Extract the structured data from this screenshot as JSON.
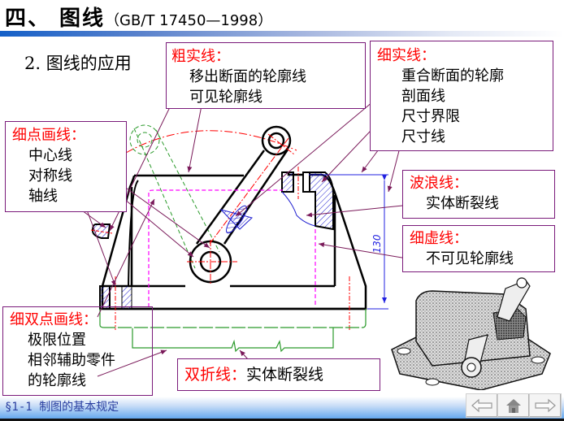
{
  "header": {
    "title": "四、 图线",
    "standard": "（GB/T 17450—1998）",
    "subtitle": "2. 图线的应用"
  },
  "callouts": {
    "thick_solid": {
      "head": "粗实线：",
      "items": [
        "移出断面的轮廓线",
        "可见轮廓线"
      ]
    },
    "thin_solid": {
      "head": "细实线：",
      "items": [
        "重合断面的轮廓",
        "剖面线",
        "尺寸界限",
        "尺寸线"
      ]
    },
    "thin_dash_dot": {
      "head": "细点画线：",
      "items": [
        "中心线",
        "对称线",
        "轴线"
      ]
    },
    "wavy": {
      "head": "波浪线：",
      "items": [
        "实体断裂线"
      ]
    },
    "thin_dashed": {
      "head": "细虚线：",
      "items": [
        "不可见轮廓线"
      ]
    },
    "double_dash_dot": {
      "head": "细双点画线：",
      "items": [
        "极限位置",
        "相邻辅助零件",
        "的轮廓线"
      ]
    },
    "double_break": {
      "head": "双折线：",
      "item": "实体断裂线"
    }
  },
  "drawing": {
    "dimension_label": "130"
  },
  "colors": {
    "callout_border": "#7a1a7a",
    "callout_head": "#ff0000",
    "outline": "#000000",
    "center_line": "#ff0000",
    "hidden_line": "#ff00ff",
    "phantom_line": "#2a9a2a",
    "section_hatch": "#2020d0",
    "dimension": "#2020e0",
    "leader": "#7a1a5a"
  },
  "footer": {
    "section": "§1-1  制图的基本规定",
    "nav": {
      "prev": "previous-slide",
      "home": "home",
      "next": "next-slide"
    }
  }
}
